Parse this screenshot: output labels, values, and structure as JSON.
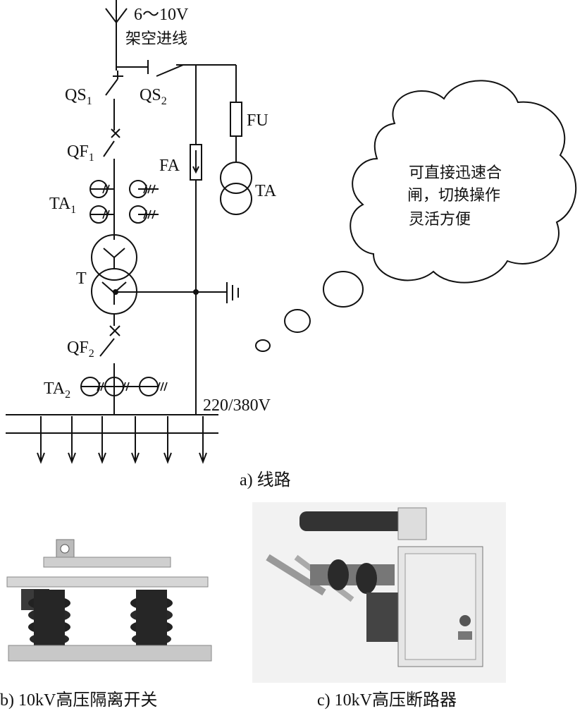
{
  "diagram": {
    "incoming_label": "6～10V",
    "incoming_desc": "架空进线",
    "qs1": "QS",
    "qs1_sub": "1",
    "qs2": "QS",
    "qs2_sub": "2",
    "qf1": "QF",
    "qf1_sub": "1",
    "ta1": "TA",
    "ta1_sub": "1",
    "t": "T",
    "qf2": "QF",
    "qf2_sub": "2",
    "ta2": "TA",
    "ta2_sub": "2",
    "fa": "FA",
    "fu": "FU",
    "ta": "TA",
    "bus_voltage": "220/380V",
    "cloud_lines": [
      "可直接迅速合",
      "闸，切换操作",
      "灵活方便"
    ]
  },
  "captions": {
    "a": "a) 线路",
    "b": "b) 10kV高压隔离开关",
    "c": "c) 10kV高压断路器"
  }
}
